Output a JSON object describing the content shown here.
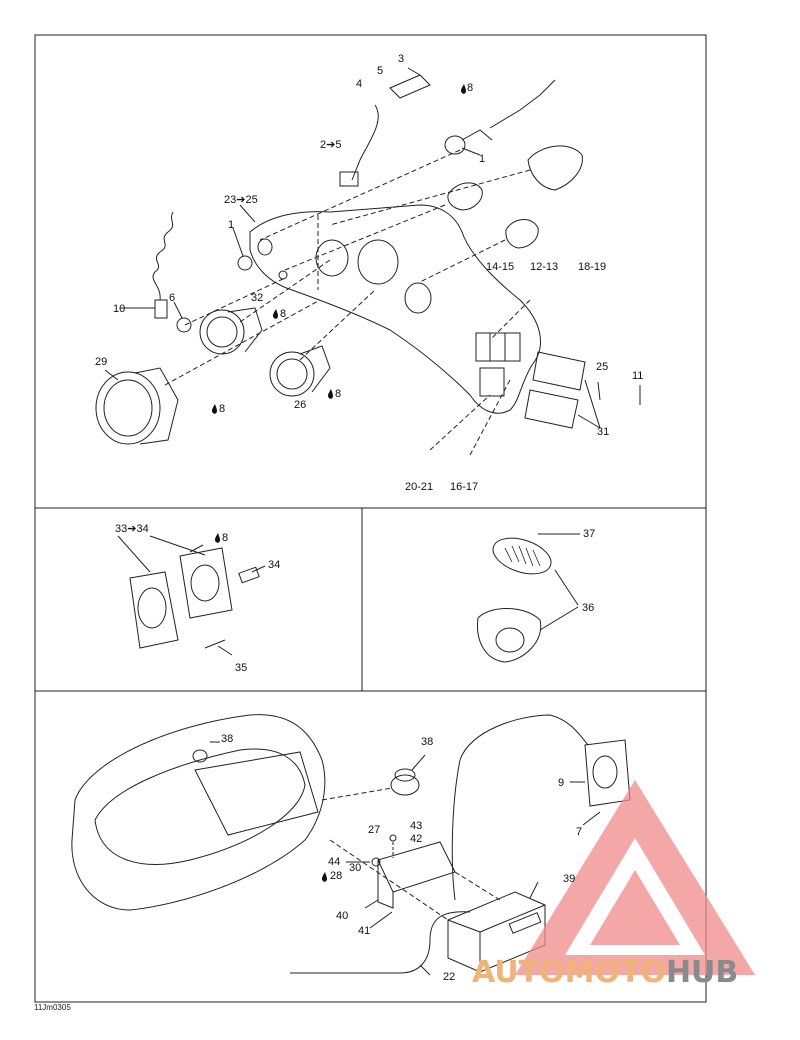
{
  "labels": {
    "p1_main": "1",
    "p1_sub": "1",
    "p2_5": "2➔5",
    "p3": "3",
    "p4": "4",
    "p5": "5",
    "p6": "6",
    "p10": "10",
    "p11": "11",
    "p12_13": "12-13",
    "p14_15": "14-15",
    "p16_17": "16-17",
    "p18_19": "18-19",
    "p20_21": "20-21",
    "p23_25": "23➔25",
    "p25": "25",
    "p26": "26",
    "p29": "29",
    "p31": "31",
    "p32": "32",
    "p33_34": "33➔34",
    "p34": "34",
    "p35": "35",
    "p36": "36",
    "p37": "37",
    "p38a": "38",
    "p38b": "38",
    "p9": "9",
    "p7": "7",
    "p27": "27",
    "p43": "43",
    "p42": "42",
    "p44": "44",
    "p28": "28",
    "p30": "30",
    "p40": "40",
    "p41": "41",
    "p39": "39",
    "p22": "22",
    "drop8_a": "8",
    "drop8_b": "8",
    "drop8_c": "8",
    "drop8_d": "8",
    "drop8_e": "8",
    "drop8_f": "8"
  },
  "figure_code": "11Jm0305",
  "watermark": {
    "part1": "AUTOMOTO",
    "part2": "HUB",
    "color_main": "#f0b37a",
    "color_hub": "#8a8a8a",
    "triangle_color": "#f08a8a"
  }
}
